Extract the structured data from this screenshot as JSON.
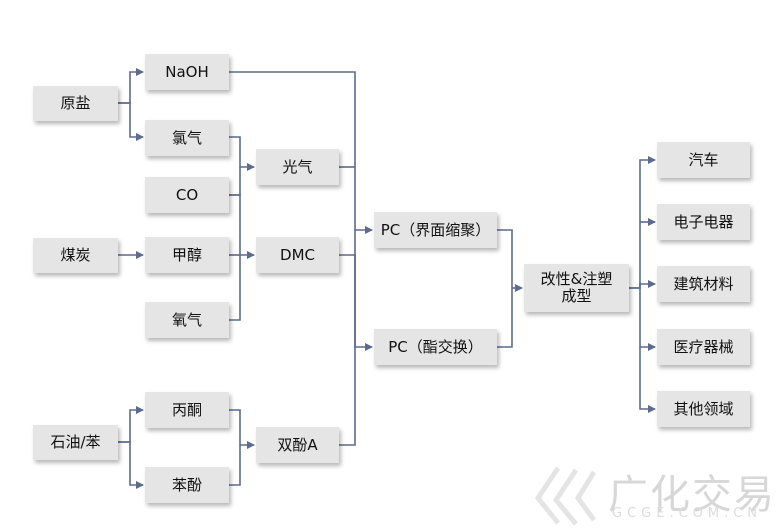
{
  "nodes": {
    "yuanyan": "原盐",
    "meitan": "煤炭",
    "shiyou": "石油/苯",
    "naoh": "NaOH",
    "lvqi": "氯气",
    "co": "CO",
    "jiachun": "甲醇",
    "yangqi": "氧气",
    "bingtong": "丙酮",
    "benfen": "苯酚",
    "guangqi": "光气",
    "dmc": "DMC",
    "shuangfen": "双酚A",
    "pc_jiemian": "PC（界面缩聚）",
    "pc_zhi": "PC（酯交换）",
    "gaixing": "改性&注塑\n成型",
    "qiche": "汽车",
    "dianzi": "电子电器",
    "jianzhu": "建筑材料",
    "yiliao": "医疗器械",
    "qita": "其他领域"
  },
  "watermark": {
    "text": "广化交易",
    "sub": "GCGE.COM.CN"
  },
  "colors": {
    "edge": "#5b6a8e",
    "node_fill": "#e5e5e5"
  }
}
